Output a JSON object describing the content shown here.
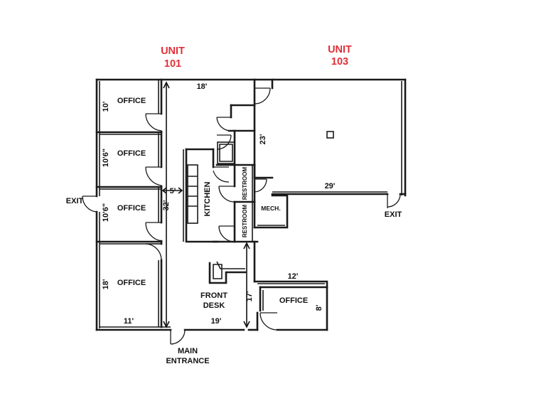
{
  "units": [
    {
      "label": "UNIT",
      "number": "101"
    },
    {
      "label": "UNIT",
      "number": "103"
    }
  ],
  "rooms": {
    "office1": "OFFICE",
    "office2": "OFFICE",
    "office3": "OFFICE",
    "office4": "OFFICE",
    "office5": "OFFICE",
    "kitchen": "KITCHEN",
    "restroom1": "RESTROOM",
    "restroom2": "RESTROOM",
    "mech": "MECH.",
    "front_desk_line1": "FRONT",
    "front_desk_line2": "DESK"
  },
  "exits": {
    "left": "EXIT",
    "right": "EXIT",
    "main_line1": "MAIN",
    "main_line2": "ENTRANCE"
  },
  "dimensions": {
    "corridor_top": "18'",
    "office1_h": "10'",
    "office2_h": "10'6\"",
    "office3_h": "10'6\"",
    "office4_h": "18'",
    "office4_w": "11'",
    "corridor_w": "5'",
    "corridor_len": "32'",
    "unit103_h": "23'",
    "unit103_w": "29'",
    "reception_w": "12'",
    "reception_h": "17'",
    "bottom_w": "19'",
    "office5_h": "8'"
  },
  "colors": {
    "unit_label": "#e0303a",
    "walls": "#1a1a1a"
  }
}
